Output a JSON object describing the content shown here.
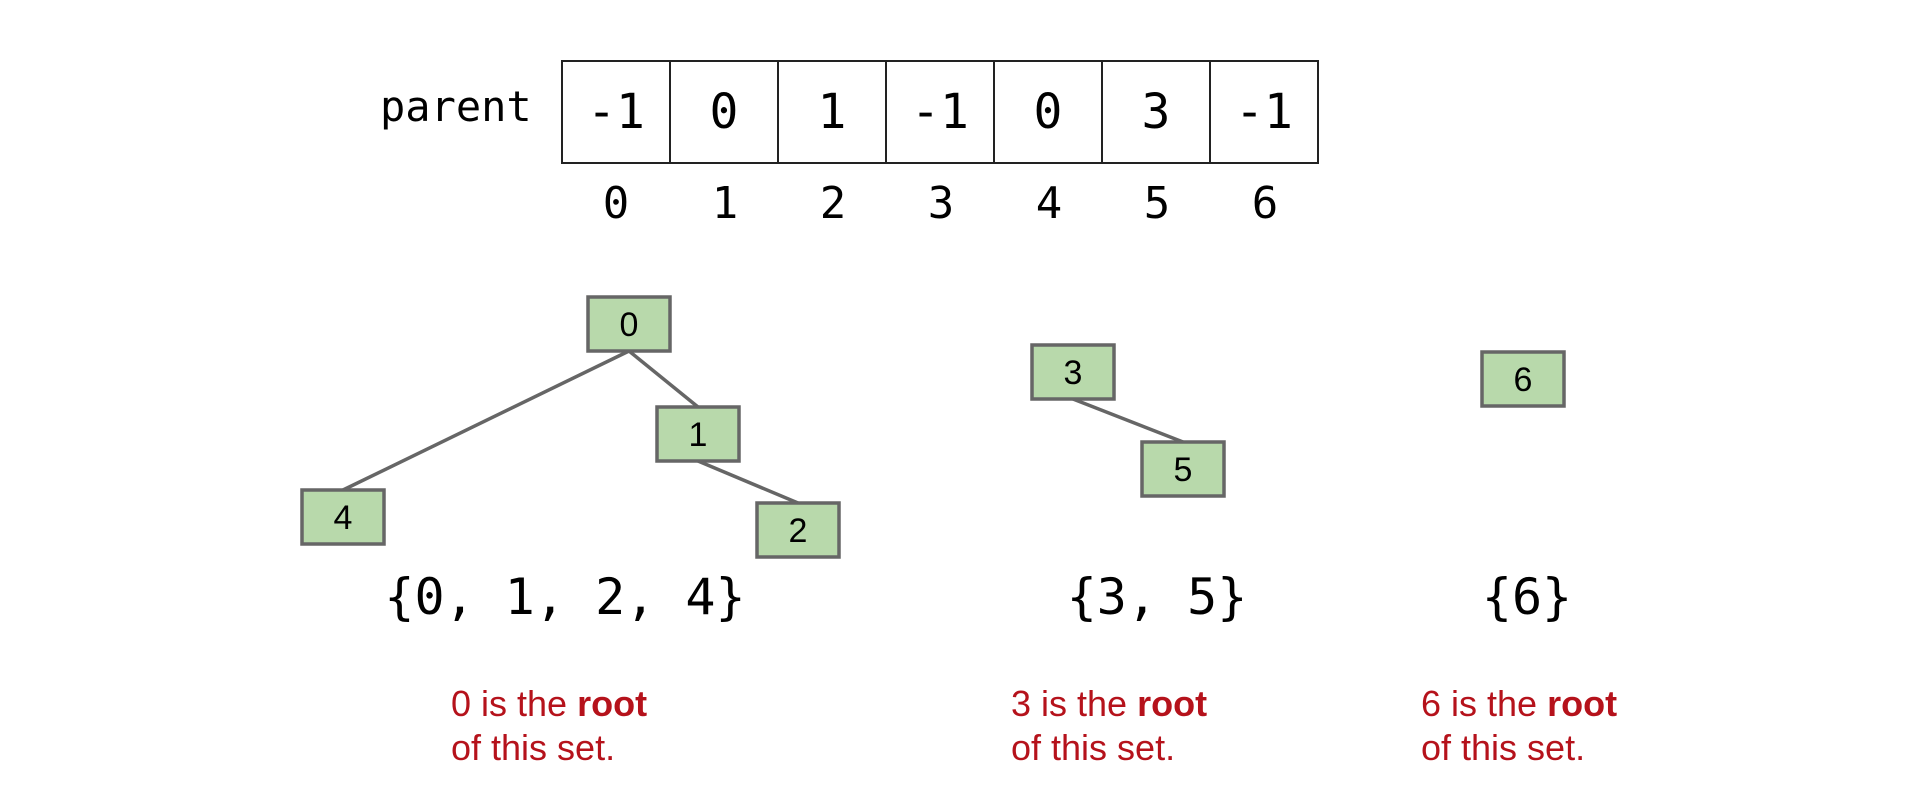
{
  "array": {
    "label": "parent",
    "values": [
      "-1",
      "0",
      "1",
      "-1",
      "0",
      "3",
      "-1"
    ],
    "indices": [
      "0",
      "1",
      "2",
      "3",
      "4",
      "5",
      "6"
    ]
  },
  "trees": [
    {
      "nodes": [
        "0",
        "4",
        "1",
        "2"
      ],
      "edges": [
        [
          "0",
          "4"
        ],
        [
          "0",
          "1"
        ],
        [
          "1",
          "2"
        ]
      ],
      "set_label": "{0, 1, 2, 4}",
      "caption": {
        "prefix": "0 is the ",
        "bold": "root",
        "line2": "of this set."
      }
    },
    {
      "nodes": [
        "3",
        "5"
      ],
      "edges": [
        [
          "3",
          "5"
        ]
      ],
      "set_label": "{3, 5}",
      "caption": {
        "prefix": "3 is the ",
        "bold": "root",
        "line2": "of this set."
      }
    },
    {
      "nodes": [
        "6"
      ],
      "edges": [],
      "set_label": "{6}",
      "caption": {
        "prefix": "6 is the ",
        "bold": "root",
        "line2": "of this set."
      }
    }
  ],
  "colors": {
    "node_fill": "#b8d9ab",
    "node_stroke": "#666666",
    "edge": "#666666",
    "caption": "#b5121b"
  }
}
